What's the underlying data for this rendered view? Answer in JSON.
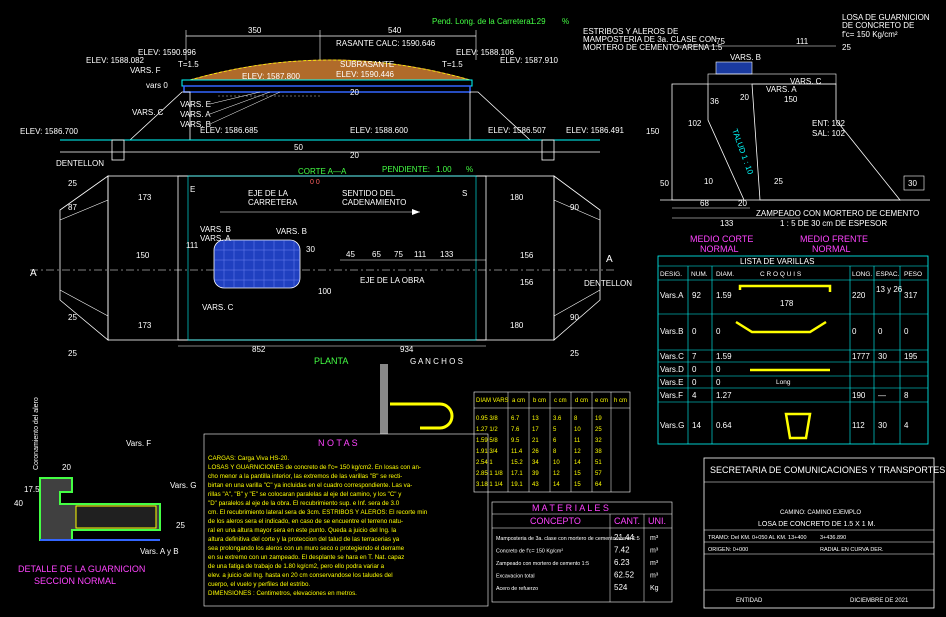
{
  "top": {
    "pend_label": "Pend. Long. de la Carretera :",
    "pend_value": "1.29",
    "pend_unit": "%",
    "dim_350": "350",
    "dim_540": "540",
    "elev_1590996": "ELEV: 1590.996",
    "elev_1588082": "ELEV: 1588.082",
    "vars_f": "VARS. F",
    "t15": "T=1.5",
    "rasante": "RASANTE  CALC: 1590.646",
    "subrasante": "SUBRASANTE",
    "elev_1590446": "ELEV: 1590.446",
    "elev_1587800": "ELEV: 1587.800",
    "elev_1588106": "ELEV: 1588.106",
    "elev_1587910": "ELEV: 1587.910",
    "vars_0": "vars 0",
    "d20a": "20",
    "vars_e": "VARS. E",
    "vars_a": "VARS. A",
    "vars_b": "VARS. B",
    "vars_c": "VARS. C",
    "elev_1586700": "ELEV: 1586.700",
    "elev_1586685": "ELEV: 1586.685",
    "elev_1588600": "ELEV: 1588.600",
    "elev_1586507": "ELEV: 1586.507",
    "elev_1586491": "ELEV: 1586.491",
    "d50": "50",
    "d20b": "20",
    "dentellon": "DENTELLON",
    "corte": "CORTE  A—A",
    "corte_sub": "0  0",
    "pendiente_label": "PENDIENTE:",
    "pendiente_value": "1.00",
    "pendiente_unit": "%"
  },
  "plan": {
    "d25a": "25",
    "d87": "87",
    "d173a": "173",
    "d150a": "150",
    "d111": "111",
    "d100": "100",
    "d173b": "173",
    "d25b": "25",
    "d852": "852",
    "d934": "934",
    "d180a": "180",
    "d90a": "90",
    "d156a": "156",
    "d156b": "156",
    "d180b": "180",
    "d90b": "90",
    "d25c": "25",
    "d25d": "25",
    "e_mark": "E",
    "s_mark": "S",
    "eje_carretera_1": "EJE DE LA",
    "eje_carretera_2": "CARRETERA",
    "sentido_1": "SENTIDO  DEL",
    "sentido_2": "CADENAMIENTO",
    "vars_b": "VARS. B",
    "vars_a": "VARS. A",
    "vars_b2": "VARS. B",
    "vars_c": "VARS. C",
    "d30": "30",
    "d45": "45",
    "d65": "65",
    "d75": "75",
    "d111b": "111",
    "d133": "133",
    "eje_obra": "EJE DE LA OBRA",
    "dentellon": "DENTELLON",
    "a_left": "A",
    "a_right": "A",
    "planta": "PLANTA"
  },
  "medio": {
    "estribos_1": "ESTRIBOS Y ALEROS DE",
    "estribos_2": "MAMPOSTERIA DE 3a. CLASE CON",
    "estribos_3": "MORTERO DE CEMENTO-ARENA 1:5",
    "losa_1": "LOSA DE GUARNICION",
    "losa_2": "DE CONCRETO DE",
    "losa_3": "f'c= 150 Kg/cm²",
    "d75": "75",
    "d111": "111",
    "d25": "25",
    "vars_b": "VARS. B",
    "vars_a": "VARS. A",
    "vars_c": "VARS. C",
    "d20": "20",
    "d36": "36",
    "d150a": "150",
    "d150b": "150",
    "d102": "102",
    "talud": "TALUD 1 : 10",
    "ent": "ENT: 102",
    "sal": "SAL: 102",
    "d50": "50",
    "d10": "10",
    "d25b": "25",
    "d30": "30",
    "d68": "68",
    "d20b": "20",
    "d133": "133",
    "zampeado_1": "ZAMPEADO CON MORTERO DE CEMENTO",
    "zampeado_2": "1 : 5 DE 30 cm DE ESPESOR",
    "medio_corte_1": "MEDIO CORTE",
    "medio_corte_2": "NORMAL",
    "medio_frente_1": "MEDIO FRENTE",
    "medio_frente_2": "NORMAL"
  },
  "varillas": {
    "title": "LISTA  DE  VARILLAS",
    "headers": [
      "DESIG.",
      "NUM.",
      "DIAM.",
      "C R O Q U I S",
      "LONG.",
      "ESPAC.",
      "PESO"
    ],
    "rows": [
      {
        "desig": "Vars.A",
        "num": "92",
        "diam": "1.59",
        "long": "220",
        "espac": "13 y 26",
        "peso": "317",
        "croquis": "178"
      },
      {
        "desig": "Vars.B",
        "num": "0",
        "diam": "0",
        "long": "0",
        "espac": "0",
        "peso": "0",
        "croquis": ""
      },
      {
        "desig": "Vars.C",
        "num": "7",
        "diam": "1.59",
        "long": "1777",
        "espac": "30",
        "peso": "195",
        "croquis": ""
      },
      {
        "desig": "Vars.D",
        "num": "0",
        "diam": "0",
        "long": "",
        "espac": "",
        "peso": "",
        "croquis": "Long"
      },
      {
        "desig": "Vars.E",
        "num": "0",
        "diam": "0",
        "long": "",
        "espac": "",
        "peso": "",
        "croquis": ""
      },
      {
        "desig": "Vars.F",
        "num": "4",
        "diam": "1.27",
        "long": "190",
        "espac": "—",
        "peso": "8",
        "croquis": ""
      },
      {
        "desig": "Vars.G",
        "num": "14",
        "diam": "0.64",
        "long": "112",
        "espac": "30",
        "peso": "4",
        "croquis": ""
      }
    ]
  },
  "ganchos": {
    "title": "G A N C H O S",
    "headers": [
      "DIAM VARS",
      "a cm",
      "b cm",
      "c cm",
      "d cm",
      "e cm",
      "h cm"
    ],
    "rows": [
      [
        "0.95 3/8",
        "6.7",
        "13",
        "3.6",
        "8",
        "19"
      ],
      [
        "1.27 1/2",
        "7.6",
        "17",
        "5",
        "10",
        "25"
      ],
      [
        "1.59 5/8",
        "9.5",
        "21",
        "6",
        "11",
        "32"
      ],
      [
        "1.91 3/4",
        "11.4",
        "26",
        "8",
        "12",
        "38"
      ],
      [
        "2.54 1",
        "15.2",
        "34",
        "10",
        "14",
        "51"
      ],
      [
        "2.85 1 1/8",
        "17.1",
        "39",
        "12",
        "15",
        "57"
      ],
      [
        "3.18 1 1/4",
        "19.1",
        "43",
        "14",
        "15",
        "64"
      ]
    ]
  },
  "notas": {
    "title": "N O T A S",
    "lines": [
      "CARGAS: Carga Viva   HS-20.",
      "LOSAS Y GUARNICIONES de concreto de f'c= 150 kg/cm2. En losas con an-",
      "cho menor a la pantilla interior, las extremos de las varillas \"B\" se recti-",
      "birtan en una varilla \"C\" ya incluidas en el cuadro correspondiente. Las va-",
      "rillas \"A\", \"B\" y \"E\" se colocaran paralelas al eje del camino, y los \"C\" y",
      "\"D\" paralelos al eje de la obra. El recubrimiento sup. e Inf. sera de 3.0",
      "cm. El recubrimiento lateral sera de 3cm. ESTRIBOS Y ALEROS: El recorte min",
      "de los aleros sera el indicado, en caso de se encuentre el terreno natu-",
      "ral en una altura mayor sera en este punto. Queda a juicio del Ing. la",
      "altura definitiva del corte y la proteccion del talud de las terracerias ya",
      "sea prolongando los aleros con un muro seco o protegiendo el derrame",
      "en su extremo con un zampeado. El desplante se hara en T. Nat. capaz",
      "de una fatiga de trabajo de 1.80 kg/cm2, pero ello podra variar a",
      "elev. a juicio del Ing. hasta en 20 cm conservandose los taludes del",
      "cuerpo, el vuelo y perfiles del estribo.",
      "DIMENSIONES : Centimetros, elevaciones en metros."
    ]
  },
  "materiales": {
    "title": "M A T E R I A L E S",
    "headers": [
      "CONCEPTO",
      "CANT.",
      "UNI."
    ],
    "rows": [
      {
        "concepto": "Mamposteria de 3a. clase con mortero de cemento-arena 1:5",
        "cant": "21.44",
        "uni": "m³"
      },
      {
        "concepto": "Concreto de f'c= 150 Kg/cm²",
        "cant": "7.42",
        "uni": "m³"
      },
      {
        "concepto": "Zampeado con mortero de cemento 1:5",
        "cant": "6.23",
        "uni": "m³"
      },
      {
        "concepto": "Excavacion total",
        "cant": "62.52",
        "uni": "m³"
      },
      {
        "concepto": "Acero de refuerzo",
        "cant": "524",
        "uni": "Kg"
      }
    ]
  },
  "detalle": {
    "vars_f": "Vars. F",
    "vars_g": "Vars. G",
    "vars_ab": "Vars. A y B",
    "d40": "40",
    "d17": "17.5",
    "d25": "25",
    "d20": "20",
    "coronamiento": "Coronamiento del alero",
    "title_1": "DETALLE DE LA GUARNICION",
    "title_2": "SECCION NORMAL"
  },
  "title_block": {
    "org": "SECRETARIA DE COMUNICACIONES Y TRANSPORTES",
    "camino": "CAMINO: CAMINO EJEMPLO",
    "losa": "LOSA DE CONCRETO DE 1.5 X 1 M.",
    "tramo": "TRAMO: Del KM. 0+050 AL KM. 13+400",
    "km": "3+436.890",
    "origen": "ORIGEN: 0+000",
    "radial": "RADIAL EN CURVA DER.",
    "entidad": "ENTIDAD",
    "fecha": "DICIEMBRE DE 2021"
  }
}
